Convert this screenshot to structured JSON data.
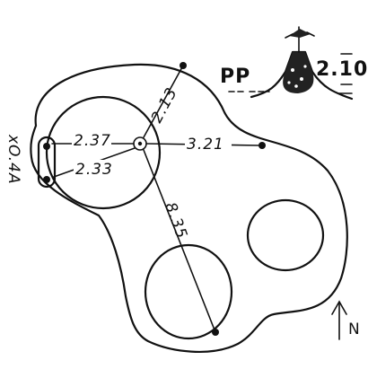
{
  "labels": {
    "outline": "PP",
    "pp_height": "2.10",
    "north": "N",
    "side_word": "xO.4A",
    "d_upper": "2.37",
    "d_lower": "2.33",
    "d_east": "3.21",
    "d_ne": "2.13",
    "d_south": "8.35"
  },
  "icons": {
    "survey_marker": "survey-pillar-icon",
    "north_arrow": "north-arrow-icon"
  }
}
